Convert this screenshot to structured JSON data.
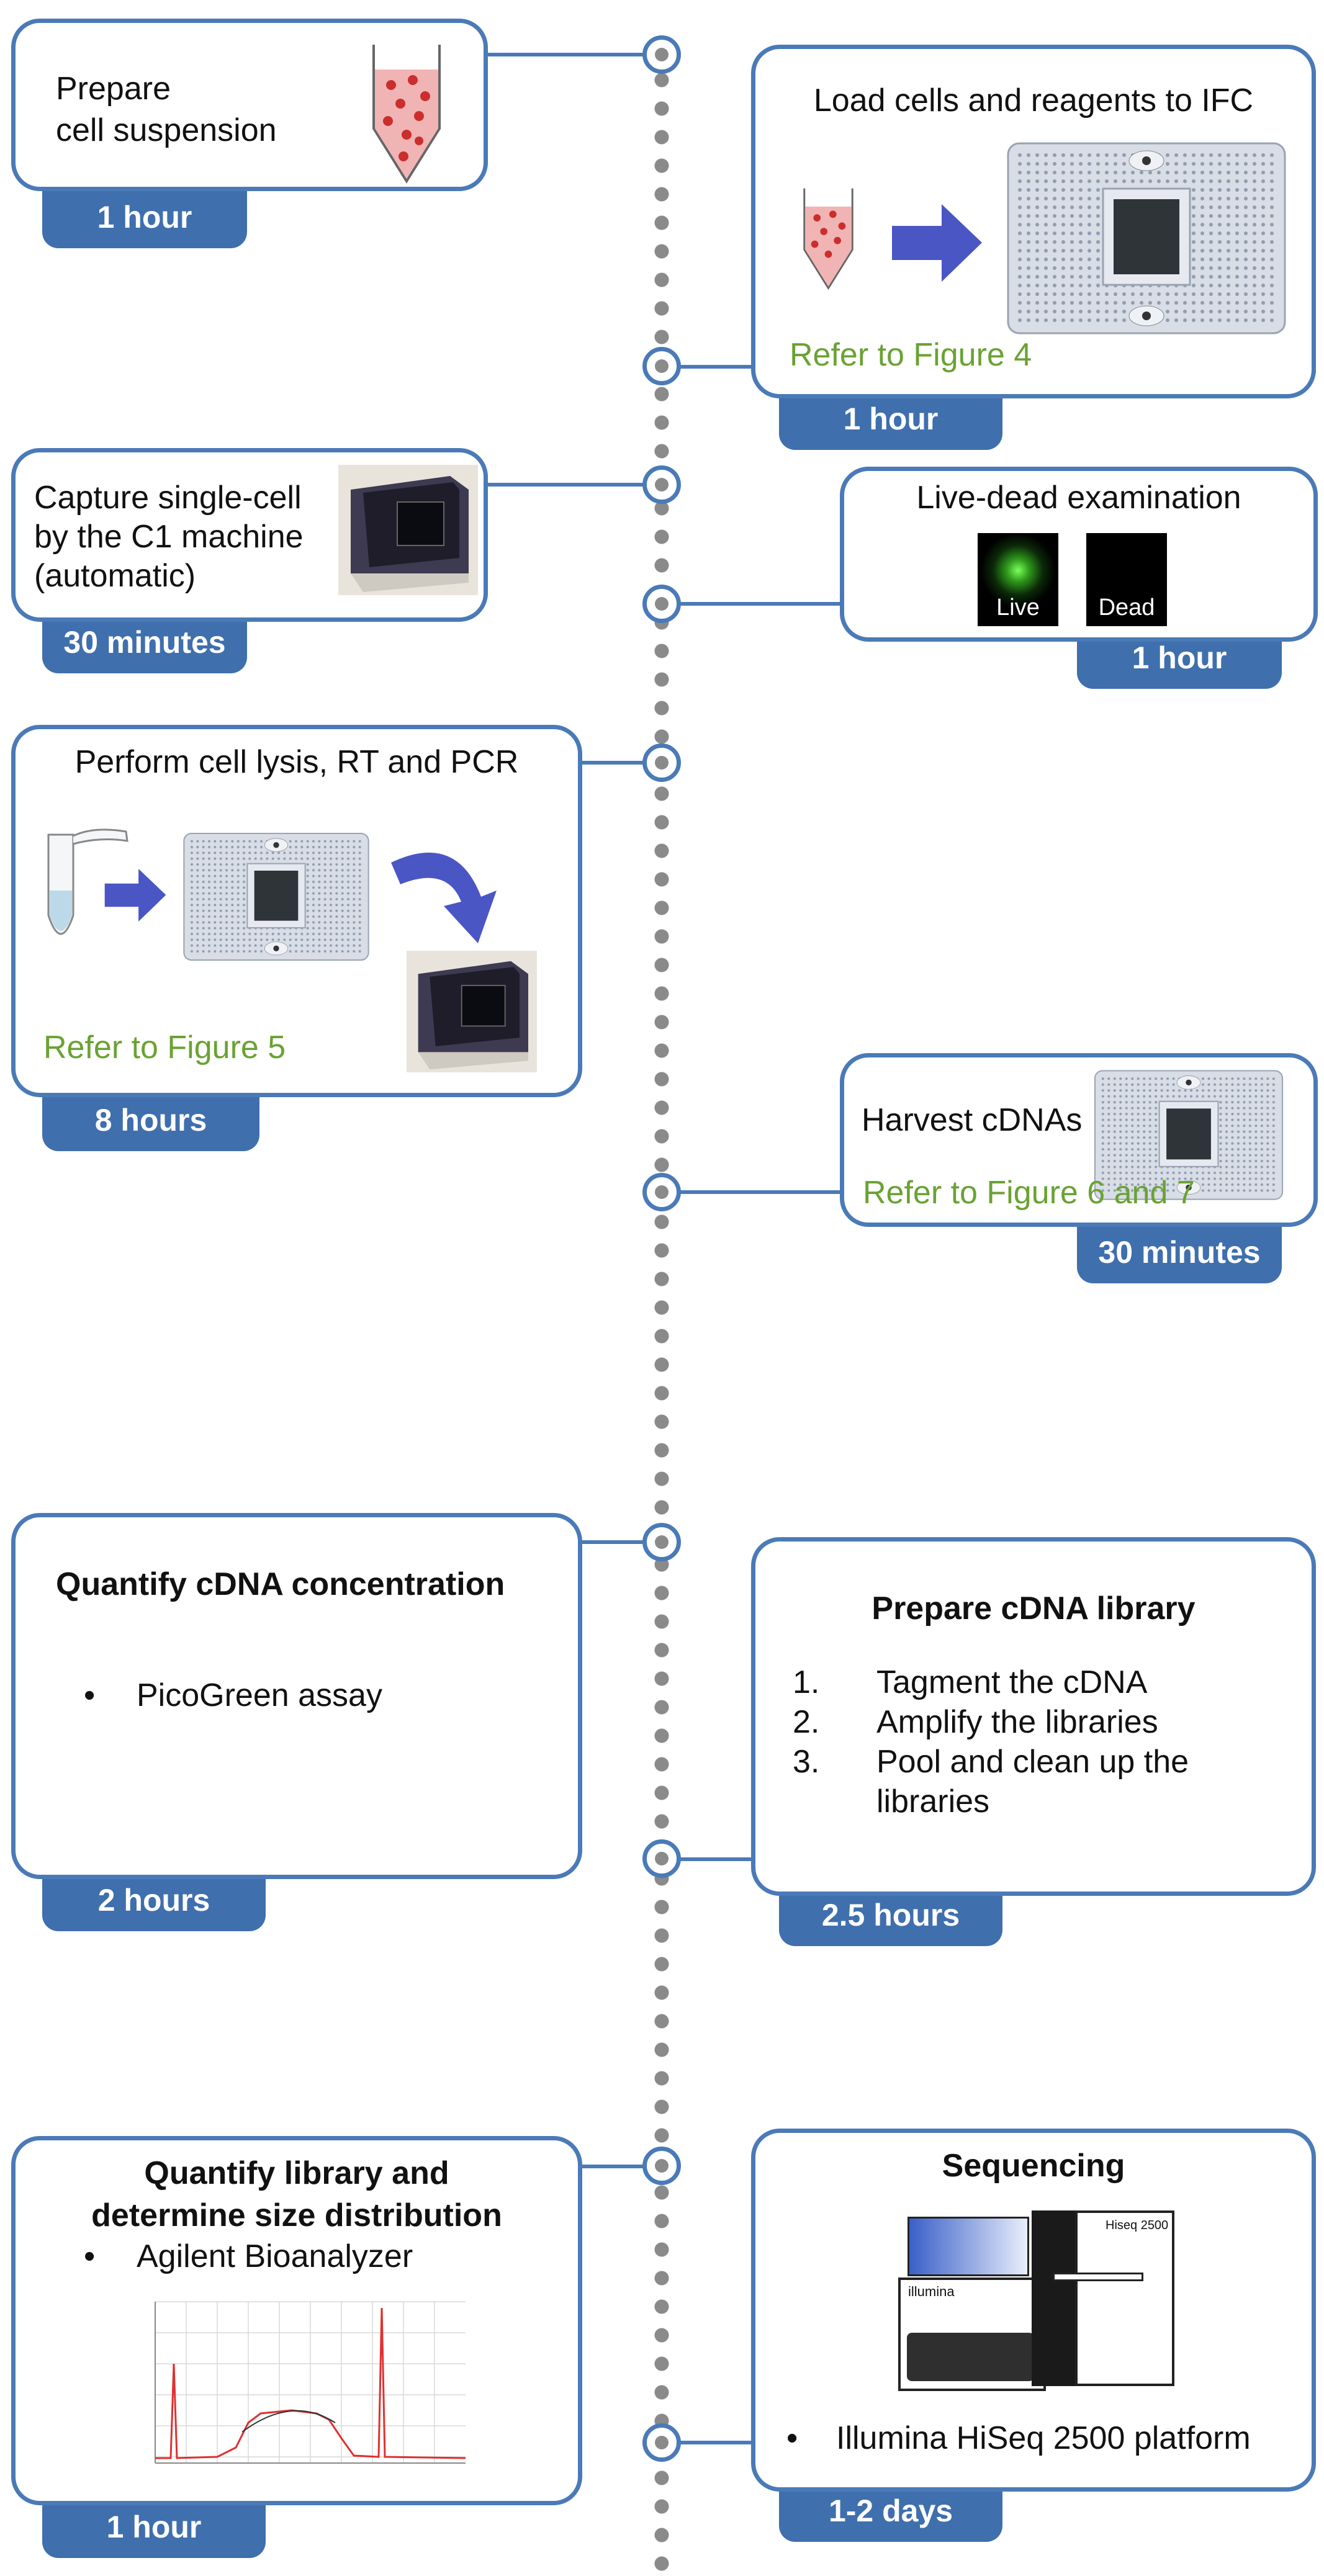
{
  "steps": {
    "prepare": {
      "text": [
        "Prepare",
        "cell suspension"
      ],
      "time": "1 hour"
    },
    "load": {
      "title": "Load cells and reagents to IFC",
      "ref": "Refer to Figure 4",
      "time": "1 hour"
    },
    "capture": {
      "text": [
        "Capture single-cell",
        "by the C1 machine",
        "(automatic)"
      ],
      "time": "30 minutes"
    },
    "livedead": {
      "title": "Live-dead examination",
      "live_label": "Live",
      "dead_label": "Dead",
      "time": "1 hour"
    },
    "lysis": {
      "title": "Perform cell lysis, RT and PCR",
      "ref": "Refer to Figure 5",
      "time": "8 hours"
    },
    "harvest": {
      "title": "Harvest cDNAs",
      "ref": "Refer to Figure 6 and 7",
      "time": "30 minutes"
    },
    "quantify": {
      "title": "Quantify cDNA concentration",
      "bullet": "•",
      "item": "PicoGreen assay",
      "time": "2 hours"
    },
    "library": {
      "title": "Prepare cDNA library",
      "items": [
        {
          "num": "1.",
          "text": "Tagment the cDNA"
        },
        {
          "num": "2.",
          "text": "Amplify the libraries"
        },
        {
          "num": "3.",
          "text": "Pool and clean up the"
        }
      ],
      "item3_cont": "libraries",
      "time": "2.5 hours"
    },
    "qlib": {
      "title": [
        "Quantify library and",
        "determine size distribution"
      ],
      "bullet": "•",
      "item": "Agilent Bioanalyzer",
      "time": "1 hour"
    },
    "seq": {
      "title": "Sequencing",
      "bullet": "•",
      "item": "Illumina HiSeq 2500 platform",
      "machine_label": "Hiseq 2500",
      "brand_label": "illumina",
      "time": "1-2 days"
    }
  },
  "colors": {
    "border": "#4a7ab7",
    "tag": "#3f6fad",
    "refer": "#6aa233",
    "dots": "#8a8a8a"
  },
  "icons": [
    "tube-with-cells-icon",
    "arrow-right-icon",
    "ifc-chip-icon",
    "c1-machine-icon",
    "microtube-icon",
    "curved-arrow-icon",
    "bioanalyzer-trace-icon",
    "sequencer-icon"
  ]
}
